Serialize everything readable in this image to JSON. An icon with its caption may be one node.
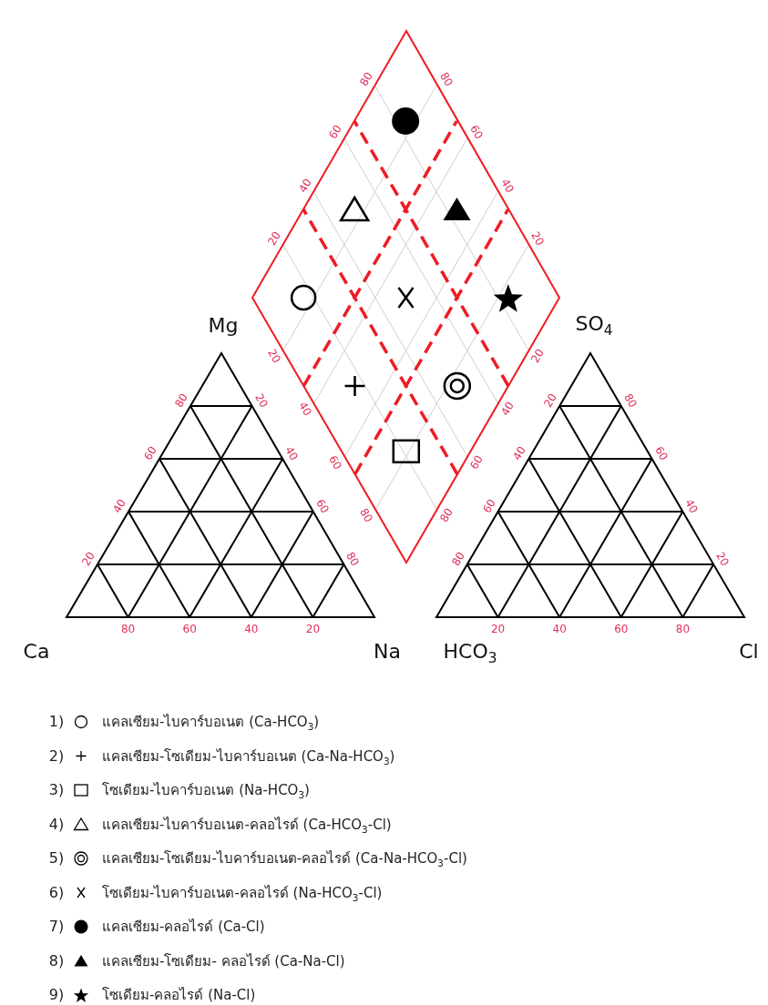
{
  "diagram": {
    "labels": [
      "Mg",
      "SO$_{4}$",
      "80",
      "60",
      "40",
      "20",
      "80",
      "60",
      "40",
      "20",
      "20",
      "40",
      "60",
      "80",
      "20",
      "40",
      "60",
      "80",
      "80",
      "60",
      "40",
      "20",
      "20",
      "40",
      "60",
      "80",
      "80",
      "60",
      "40",
      "20",
      "20",
      "40",
      "60",
      "80",
      "80",
      "60",
      "40",
      "20",
      "20",
      "40",
      "60",
      "80",
      "Ca",
      "Na",
      "HCO$_{3}$",
      "Cl",
      "1)",
      "2)",
      "3)",
      "4)",
      "5)",
      "6)",
      "7)",
      "8)",
      "9)"
    ],
    "legend": [
      {
        "text": "แคลเซียม-ไบคาร์บอเนต (Ca-HCO$_{3}$)"
      },
      {
        "text": "แคลเซียม-โซเดียม-ไบคาร์บอเนต (Ca-Na-HCO$_{3}$)"
      },
      {
        "text": "โซเดียม-ไบคาร์บอเนต (Na-HCO$_{3}$)"
      },
      {
        "text": "แคลเซียม-ไบคาร์บอเนต-คลอไรด์ (Ca-HCO$_{3}$-Cl)"
      },
      {
        "text": "แคลเซียม-โซเดียม-ไบคาร์บอเนต-คลอไรด์ (Ca-Na-HCO$_{3}$-Cl)"
      },
      {
        "text": "โซเดียม-ไบคาร์บอเนต-คลอไรด์ (Na-HCO$_{3}$-Cl)"
      },
      {
        "text": "แคลเซียม-คลอไรด์ (Ca-Cl)"
      },
      {
        "text": "แคลเซียม-โซเดียม- คลอไรด์ (Ca-Na-Cl)"
      },
      {
        "text": "โซเดียม-คลอไรด์ (Na-Cl)"
      }
    ]
  }
}
